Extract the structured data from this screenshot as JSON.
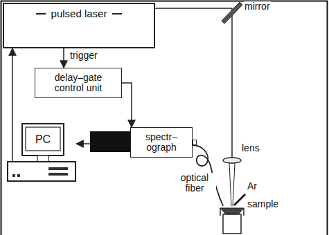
{
  "diagram": {
    "nodes": [
      {
        "text": [
          "pulsed laser"
        ]
      },
      {
        "text": [
          "delay–gate control unit"
        ]
      },
      {
        "text": [
          "PC"
        ]
      },
      {
        "text": [
          "spectr– ograph"
        ]
      }
    ],
    "edges": [
      {
        "from": 0,
        "to": 1,
        "arrow": "to",
        "label": "trigger"
      },
      {
        "from": 1,
        "to": 3,
        "arrow": "to"
      },
      {
        "from": 3,
        "to": 2,
        "arrow": "to"
      },
      {
        "from": 2,
        "to": 0,
        "arrow": "to"
      }
    ],
    "labels": [
      "mirror",
      "lens",
      "Ar",
      "sample",
      "optical fiber"
    ]
  }
}
